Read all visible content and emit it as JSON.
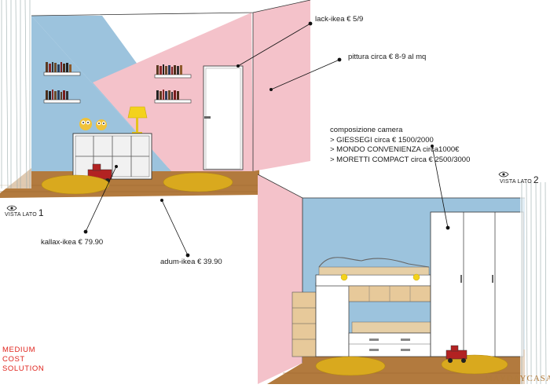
{
  "labels": {
    "lack": "lack-ikea € 5/9",
    "pittura": "pittura circa € 8-9 al mq",
    "kallax": "kallax-ikea € 79.90",
    "adum": "adum-ikea € 39.90"
  },
  "composizione": {
    "title": "composizione camera",
    "lines": [
      "> GIESSEGI circa € 1500/2000",
      "> MONDO CONVENIENZA circa1000€",
      "> MORETTI COMPACT circa € 2500/3000"
    ]
  },
  "views": {
    "left": {
      "text": "VISTA LATO",
      "num": "1"
    },
    "right": {
      "text": "VISTA LATO",
      "num": "2"
    }
  },
  "solution": [
    "MEDIUM",
    "COST",
    "SOLUTION"
  ],
  "watermark": "MAYDAYCASA",
  "colors": {
    "wall_blue": "#9cc3dd",
    "wall_pink": "#f4c2ca",
    "floor": "#b27a3e",
    "rug": "#d9a91e",
    "lamp": "#f3d21c",
    "accent_red": "#e0231c"
  }
}
